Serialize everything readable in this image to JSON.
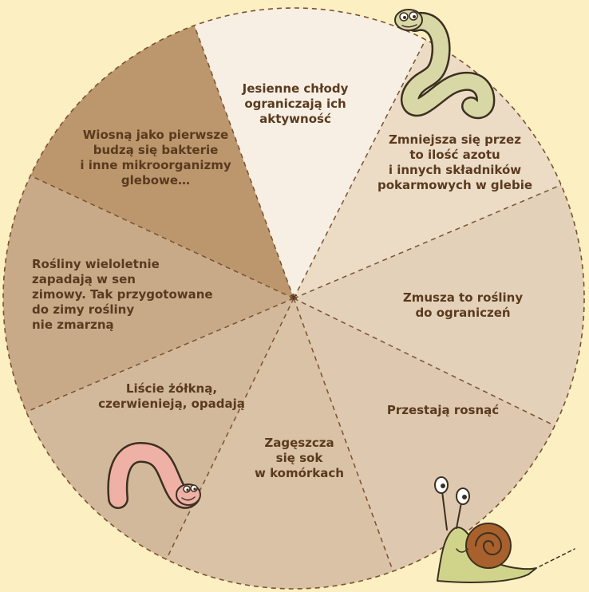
{
  "diagram": {
    "segments": [
      {
        "id": "s1",
        "lines": [
          "Jesienne chłody",
          "ograniczają ich",
          "aktywność"
        ],
        "fill": "#f7efe3"
      },
      {
        "id": "s2",
        "lines": [
          "Zmniejsza się przez",
          "to ilość azotu",
          "i innych składników",
          "pokarmowych w glebie"
        ],
        "fill": "#ecdcc6"
      },
      {
        "id": "s3",
        "lines": [
          "Zmusza to rośliny",
          "do ograniczeń"
        ],
        "fill": "#e4d1ba"
      },
      {
        "id": "s4",
        "lines": [
          "Przestają rosnąć"
        ],
        "fill": "#dec8af"
      },
      {
        "id": "s5",
        "lines": [
          "Zagęszcza",
          "się sok",
          "w komórkach"
        ],
        "fill": "#d9c2a6"
      },
      {
        "id": "s6",
        "lines": [
          "Liście żółkną,",
          "czerwienieją, opadają"
        ],
        "fill": "#d3b99b"
      },
      {
        "id": "s7",
        "lines": [
          "Rośliny wieloletnie",
          "zapadają w sen",
          "zimowy. Tak przygotowane",
          "do zimy rośliny",
          "nie zmarzną"
        ],
        "fill": "#c9aa88"
      },
      {
        "id": "s8",
        "lines": [
          "Wiosną jako pierwsze",
          "budzą się bakterie",
          "i inne mikroorganizmy",
          "glebowe…"
        ],
        "fill": "#bc966c"
      }
    ],
    "colors": {
      "background": "#fcefc2",
      "divider": "#7a5230",
      "text": "#5a3a1e"
    },
    "illustrations": [
      "worm-top",
      "worm-pink",
      "snail"
    ]
  }
}
